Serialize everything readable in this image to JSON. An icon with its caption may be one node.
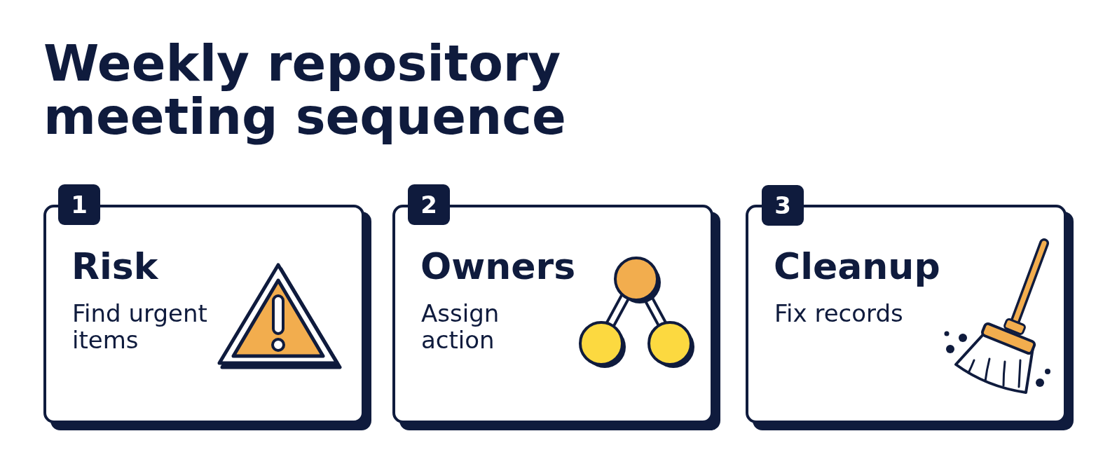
{
  "diagram": {
    "title": "Weekly repository meeting sequence",
    "nodes": [
      {
        "text": [
          "1"
        ]
      },
      {
        "text": [
          "Risk",
          "Find urgent items"
        ]
      },
      {
        "text": [
          "2"
        ]
      },
      {
        "text": [
          "Owners",
          "Assign action"
        ]
      },
      {
        "text": [
          "3"
        ]
      },
      {
        "text": [
          "Cleanup",
          "Fix records"
        ]
      }
    ]
  }
}
